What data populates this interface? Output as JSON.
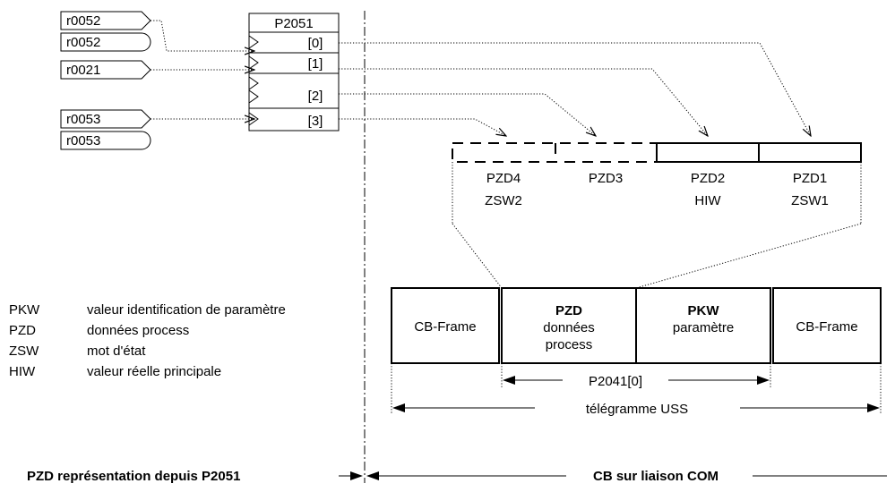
{
  "connectors_left": [
    {
      "label": "r0052"
    },
    {
      "label": "r0052"
    },
    {
      "label": "r0021"
    },
    {
      "label": "r0053"
    },
    {
      "label": "r0053"
    }
  ],
  "p2051": {
    "title": "P2051",
    "indices": [
      "[0]",
      "[1]",
      "[2]",
      "[3]"
    ]
  },
  "pzd_words": [
    {
      "name": "PZD4",
      "sub": "ZSW2"
    },
    {
      "name": "PZD3",
      "sub": ""
    },
    {
      "name": "PZD2",
      "sub": "HIW"
    },
    {
      "name": "PZD1",
      "sub": "ZSW1"
    }
  ],
  "legend": [
    {
      "abbr": "PKW",
      "text": "valeur identification de paramètre"
    },
    {
      "abbr": "PZD",
      "text": "données process"
    },
    {
      "abbr": "ZSW",
      "text": "mot d'état"
    },
    {
      "abbr": "HIW",
      "text": "valeur réelle principale"
    }
  ],
  "frame": {
    "cb_left": "CB-Frame",
    "pzd_title": "PZD",
    "pzd_line1": "données",
    "pzd_line2": "process",
    "pkw_title": "PKW",
    "pkw_sub": "paramètre",
    "cb_right": "CB-Frame"
  },
  "dimensions": {
    "p2041": "P2041[0]",
    "uss": "télégramme USS"
  },
  "bottom": {
    "left": "PZD représentation depuis P2051",
    "right": "CB sur liaison COM"
  }
}
